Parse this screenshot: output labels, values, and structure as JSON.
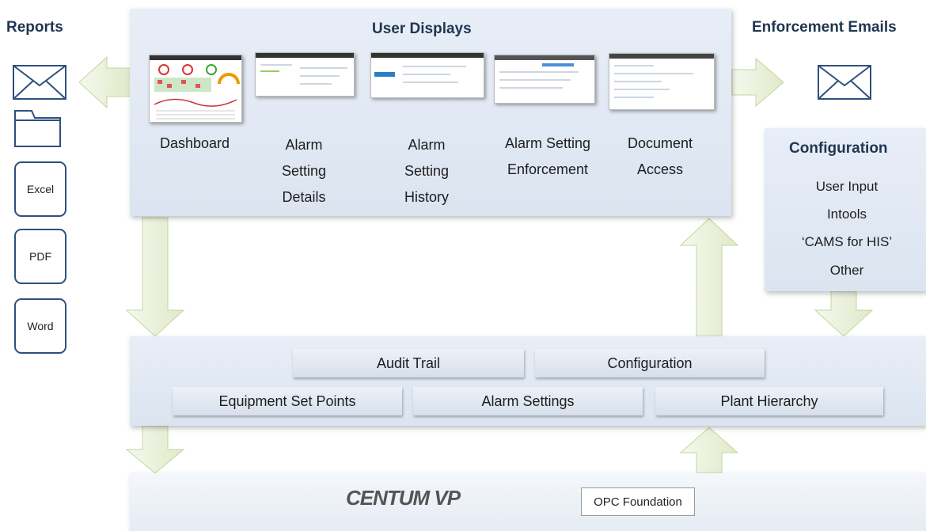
{
  "headings": {
    "reports": "Reports",
    "user_displays": "User Displays",
    "enforcement_emails": "Enforcement Emails",
    "configuration": "Configuration"
  },
  "displays": [
    {
      "label": "Dashboard"
    },
    {
      "label": "Alarm\nSetting\nDetails"
    },
    {
      "label": "Alarm\nSetting\nHistory"
    },
    {
      "label": "Alarm Setting\nEnforcement"
    },
    {
      "label": "Document\nAccess"
    }
  ],
  "reports": {
    "items": [
      "Excel",
      "PDF",
      "Word"
    ]
  },
  "configuration_items": [
    "User Input",
    "Intools",
    "‘CAMS for HIS’",
    "Other"
  ],
  "database_modules": {
    "row1": [
      "Audit Trail",
      "Configuration"
    ],
    "row2": [
      "Equipment Set Points",
      "Alarm Settings",
      "Plant Hierarchy"
    ]
  },
  "bottom": {
    "logo": "CENTUM VP",
    "opc": "OPC Foundation"
  },
  "colors": {
    "arrow_fill": "#eef4e0",
    "arrow_stroke": "#bcd39a",
    "icon_stroke": "#2f4f7f",
    "panel": "#e2e9f3"
  }
}
